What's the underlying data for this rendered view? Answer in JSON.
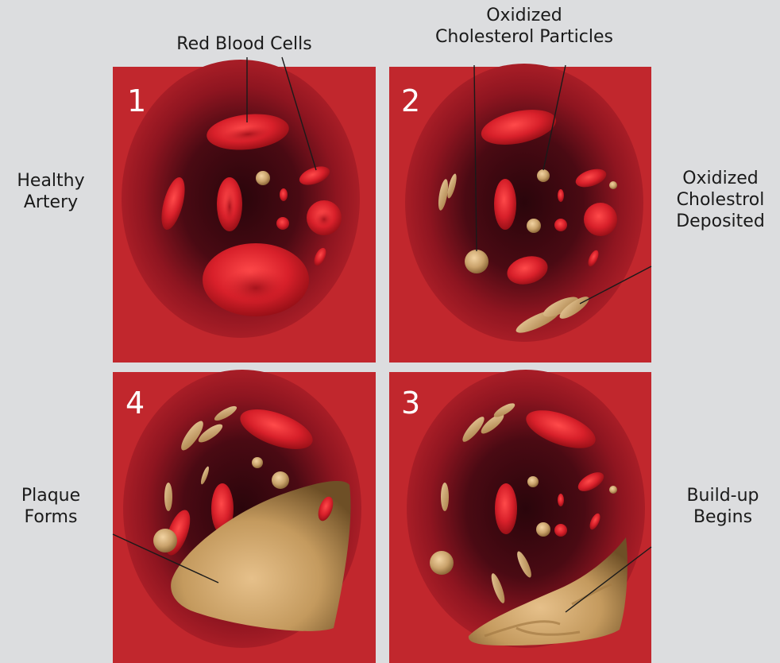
{
  "labels": {
    "top_left": "Red Blood Cells",
    "top_right": [
      "Oxidized",
      "Cholesterol Particles"
    ],
    "left_top": [
      "Healthy",
      "Artery"
    ],
    "right_top": [
      "Oxidized",
      "Cholestrol",
      "Deposited"
    ],
    "left_bottom": [
      "Plaque",
      "Forms"
    ],
    "right_bottom": [
      "Build-up",
      "Begins"
    ]
  },
  "panels": [
    {
      "number": "1"
    },
    {
      "number": "2"
    },
    {
      "number": "4"
    },
    {
      "number": "3"
    }
  ],
  "colors": {
    "background": "#dcdddf",
    "artery_wall": "#c1272d",
    "lumen_dark": "#3a0810",
    "blood_cell": "#d4202a",
    "cholesterol": "#c9a26b",
    "plaque": "#c49a5e",
    "leader_line": "#1a1a1a"
  }
}
